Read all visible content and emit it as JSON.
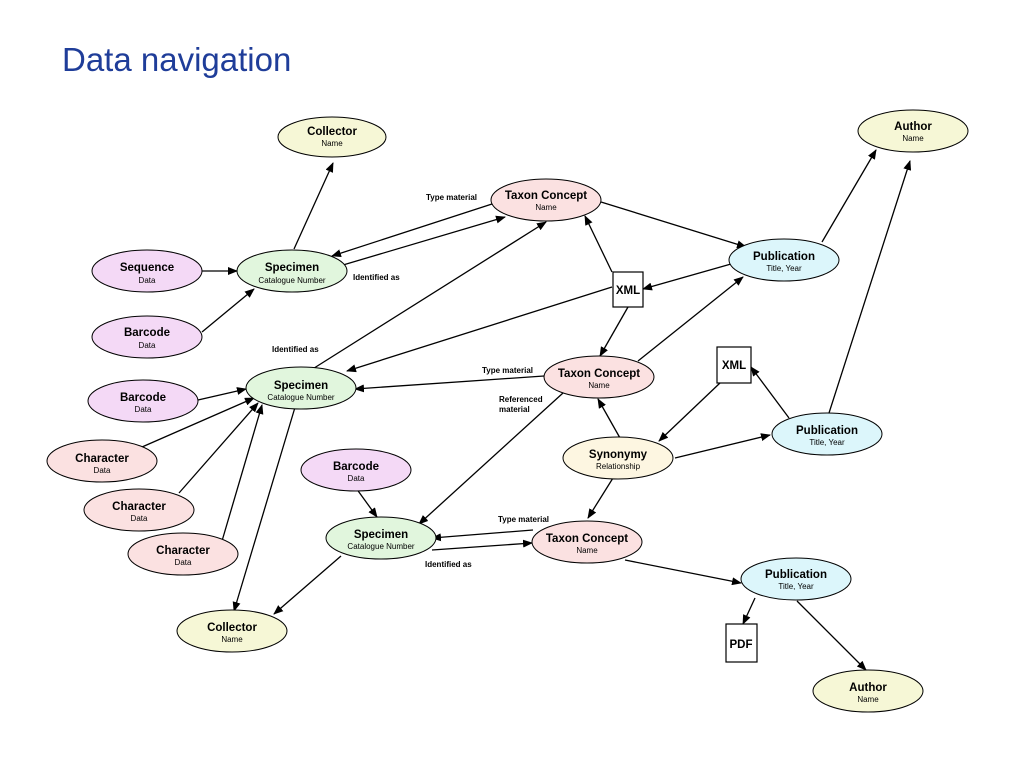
{
  "title": "Data navigation",
  "colors": {
    "title": "#1f3d99",
    "collector": "#f6f7d6",
    "author": "#f6f7d6",
    "sequence": "#f4d9f6",
    "barcode": "#f4d9f6",
    "specimen": "#e1f6dd",
    "taxon_concept": "#fbe1e1",
    "publication": "#dcf6fb",
    "character": "#fbe1e1",
    "synonymy": "#fdf6e1"
  },
  "nodes": {
    "collector_1": {
      "title": "Collector",
      "sub": "Name"
    },
    "author_1": {
      "title": "Author",
      "sub": "Name"
    },
    "taxon_concept_1": {
      "title": "Taxon Concept",
      "sub": "Name"
    },
    "sequence_1": {
      "title": "Sequence",
      "sub": "Data"
    },
    "specimen_1": {
      "title": "Specimen",
      "sub": "Catalogue Number"
    },
    "publication_1": {
      "title": "Publication",
      "sub": "Title, Year"
    },
    "barcode_1": {
      "title": "Barcode",
      "sub": "Data"
    },
    "taxon_concept_2": {
      "title": "Taxon Concept",
      "sub": "Name"
    },
    "specimen_2": {
      "title": "Specimen",
      "sub": "Catalogue Number"
    },
    "barcode_2": {
      "title": "Barcode",
      "sub": "Data"
    },
    "publication_2": {
      "title": "Publication",
      "sub": "Title, Year"
    },
    "character_1": {
      "title": "Character",
      "sub": "Data"
    },
    "synonymy_1": {
      "title": "Synonymy",
      "sub": "Relationship"
    },
    "barcode_3": {
      "title": "Barcode",
      "sub": "Data"
    },
    "character_2": {
      "title": "Character",
      "sub": "Data"
    },
    "specimen_3": {
      "title": "Specimen",
      "sub": "Catalogue Number"
    },
    "taxon_concept_3": {
      "title": "Taxon Concept",
      "sub": "Name"
    },
    "character_3": {
      "title": "Character",
      "sub": "Data"
    },
    "publication_3": {
      "title": "Publication",
      "sub": "Title, Year"
    },
    "collector_2": {
      "title": "Collector",
      "sub": "Name"
    },
    "author_2": {
      "title": "Author",
      "sub": "Name"
    }
  },
  "documents": {
    "xml_1": "XML",
    "xml_2": "XML",
    "pdf_1": "PDF"
  },
  "edge_labels": {
    "type_material_1": "Type material",
    "identified_as_1": "Identified as",
    "identified_as_2": "Identified as",
    "type_material_2": "Type material",
    "referenced_material_line1": "Referenced",
    "referenced_material_line2": "material",
    "type_material_3": "Type material",
    "identified_as_3": "Identified as"
  }
}
